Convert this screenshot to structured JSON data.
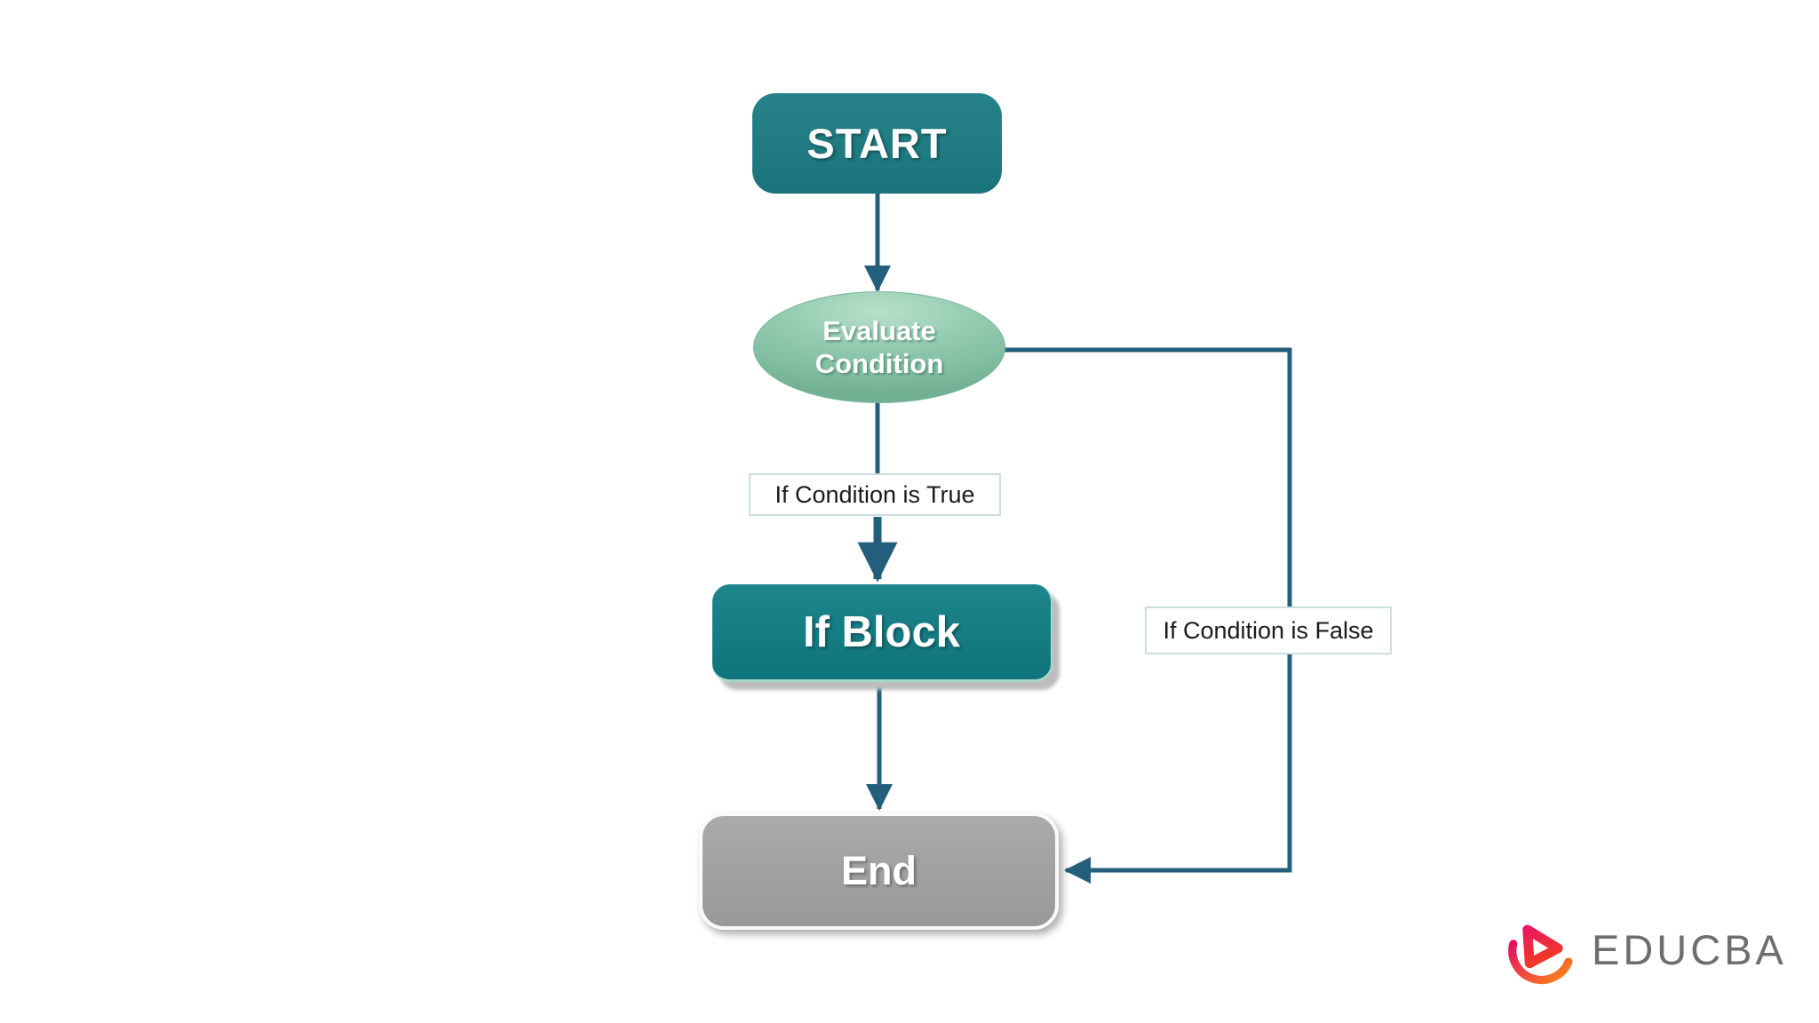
{
  "flowchart": {
    "nodes": [
      {
        "id": "start",
        "label": "START",
        "shape": "rounded-rect",
        "fill": "#1e7a80"
      },
      {
        "id": "evaluate",
        "label": "Evaluate Condition",
        "shape": "ellipse",
        "fill": "#83c3a6"
      },
      {
        "id": "if_block",
        "label": "If Block",
        "shape": "rounded-rect",
        "fill": "#16787f"
      },
      {
        "id": "end",
        "label": "End",
        "shape": "rounded-rect",
        "fill": "#a0a0a0"
      }
    ],
    "edges": [
      {
        "from": "start",
        "to": "evaluate",
        "label": ""
      },
      {
        "from": "evaluate",
        "to": "if_block",
        "label": "If Condition is True"
      },
      {
        "from": "if_block",
        "to": "end",
        "label": ""
      },
      {
        "from": "evaluate",
        "to": "end",
        "label": "If Condition is False"
      }
    ],
    "edge_labels": [
      {
        "id": "true",
        "text": "If Condition is True"
      },
      {
        "id": "false",
        "text": "If Condition is False"
      }
    ],
    "colors": {
      "connector": "#235e7d",
      "node_teal": "#1e7a80",
      "node_teal_dark": "#0f747c",
      "ellipse_green": "#83c3a6",
      "end_gray": "#a0a0a0",
      "label_border": "#ccdede"
    }
  },
  "branding": {
    "logo_text": "EDUCBA",
    "text_color": "#6d6e71",
    "logo_pink": "#e8175d",
    "logo_orange": "#fb7d1f"
  }
}
